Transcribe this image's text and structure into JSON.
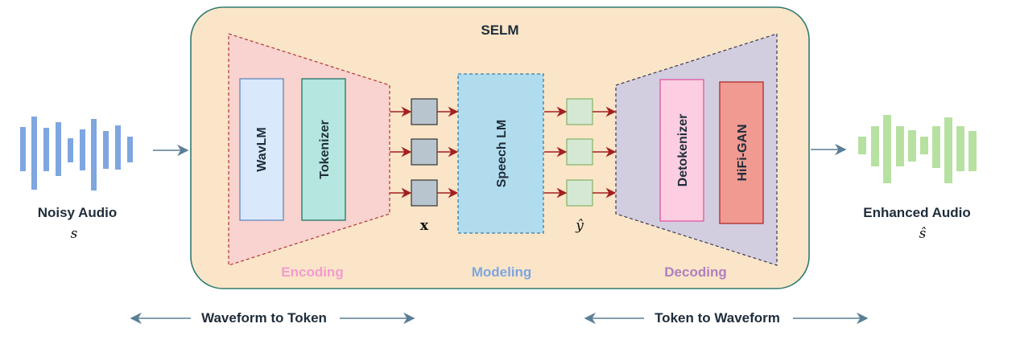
{
  "title": "SELM",
  "input": {
    "label": "Noisy Audio",
    "symbol": "s"
  },
  "output": {
    "label": "Enhanced Audio",
    "symbol": "ŝ"
  },
  "encoding": {
    "stage_label": "Encoding",
    "blocks": [
      "WavLM",
      "Tokenizer"
    ]
  },
  "modeling": {
    "stage_label": "Modeling",
    "block": "Speech LM"
  },
  "decoding": {
    "stage_label": "Decoding",
    "blocks": [
      "Detokenizer",
      "HiFi-GAN"
    ]
  },
  "tokens": {
    "input_symbol": "x",
    "output_symbol": "ŷ"
  },
  "bottom": {
    "left_label": "Waveform to Token",
    "right_label": "Token to Waveform"
  },
  "colors": {
    "selm_bg": "#fbe5c8",
    "selm_border": "#2f7b6e",
    "encoding_bg": "#f8d3cf",
    "decoding_bg": "#d3cde0",
    "wavlm": "#dae8fc",
    "tokenizer": "#b5e6df",
    "speech_lm": "#b1dcee",
    "detokenizer": "#fdcde2",
    "hifigan": "#f09a92",
    "token_in": "#b8c4ce",
    "token_out": "#d5e8d4",
    "arrow_red": "#a32020",
    "arrow_blue": "#5a7e96",
    "wave_noisy": "#7ea6e0",
    "wave_enhanced": "#b7e1a1",
    "encoding_text": "#f39bd0",
    "modeling_text": "#7ea6e0",
    "decoding_text": "#b07fc0"
  }
}
